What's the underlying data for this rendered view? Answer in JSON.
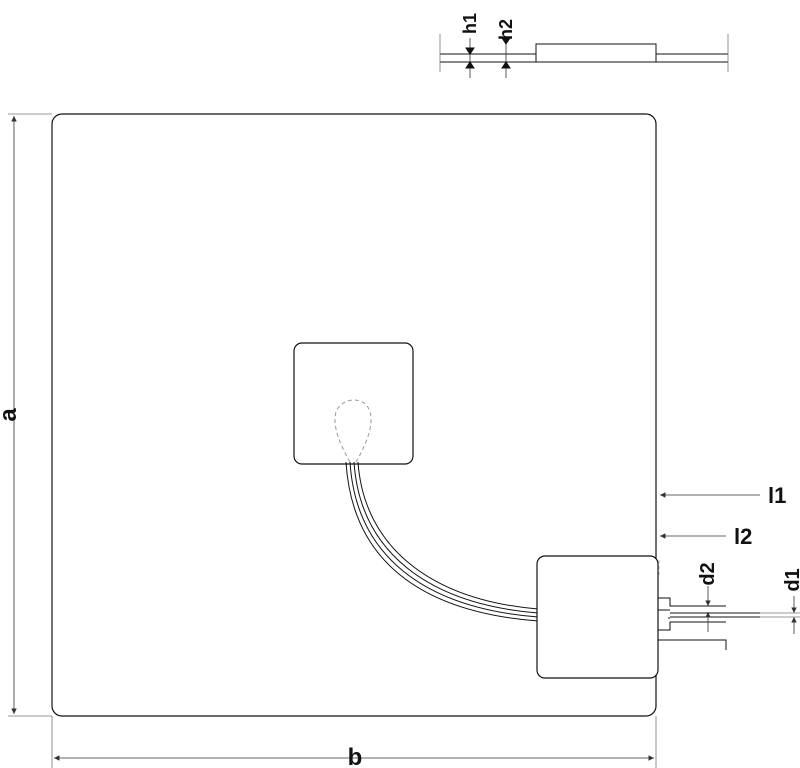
{
  "diagram": {
    "labels": {
      "a": "a",
      "b": "b",
      "h1": "h1",
      "h2": "h2",
      "l1": "l1",
      "l2": "l2",
      "d1": "d1",
      "d2": "d2"
    },
    "colors": {
      "stroke": "#111111",
      "dim": "#777777",
      "hidden": "#999999"
    }
  }
}
